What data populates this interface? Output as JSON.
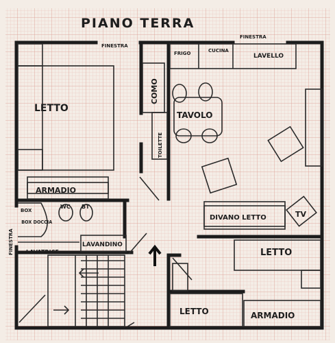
{
  "plan": {
    "title": "PIANO TERRA",
    "colors": {
      "paper": "#f4ede6",
      "grid": "#e2a9a0",
      "ink": "#1c1c1c"
    },
    "labels": {
      "finestra_top": "FINESTRA",
      "finestra_top_right": "FINESTRA",
      "finestra_left": "FINESTRA",
      "frigo": "FRIGO",
      "cucina": "CUCINA",
      "lavello": "LAVELLO",
      "letto_main": "LETTO",
      "como": "COMO",
      "toilette": "TOILETTE",
      "tavolo": "TAVOLO",
      "armadio_left": "ARMADIO",
      "box_doccia": "BOX DOCCIA",
      "wc": "WC",
      "bidet": "BT",
      "lavatrice": "LAVATRICE",
      "lavandino": "LAVANDINO",
      "divano_letto": "DIVANO LETTO",
      "tv": "TV",
      "letto_right": "LETTO",
      "letto_bottom": "LETTO",
      "armadio_bottom": "ARMADIO"
    }
  }
}
